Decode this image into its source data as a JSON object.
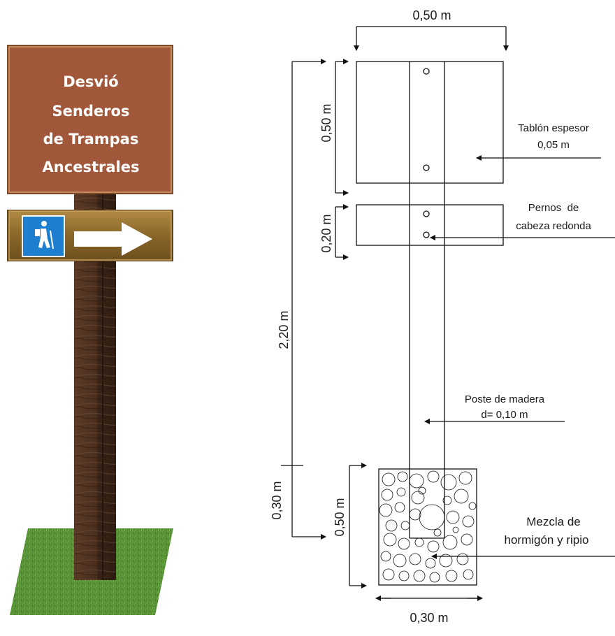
{
  "sign": {
    "lines": [
      "Desvió",
      "Senderos",
      "de Trampas",
      "Ancestrales"
    ],
    "hiker_icon": "hiker-icon",
    "arrow_icon": "right-arrow-icon",
    "colors": {
      "board": "#a0573a",
      "board_frame": "#8a6a3a",
      "arrow_board": "#8c6a2a",
      "post": "#4a3020",
      "grass": "#5e9a3a",
      "icon_bg": "#1e7fd0"
    }
  },
  "drawing": {
    "dimensions": {
      "top_width": "0,50 m",
      "board_height": "0,50 m",
      "small_board_height": "0,20 m",
      "total_height": "2,20 m",
      "buried_depth": "0,30 m",
      "footing_height": "0,50 m",
      "footing_width": "0,30 m"
    },
    "annotations": {
      "tablon": [
        "Tablón espesor",
        "0,05 m"
      ],
      "pernos": [
        "Pernos  de",
        "cabeza redonda"
      ],
      "poste": [
        "Poste de madera",
        "d= 0,10 m"
      ],
      "mezcla": [
        "Mezcla de",
        "hormigón y ripio"
      ]
    }
  }
}
